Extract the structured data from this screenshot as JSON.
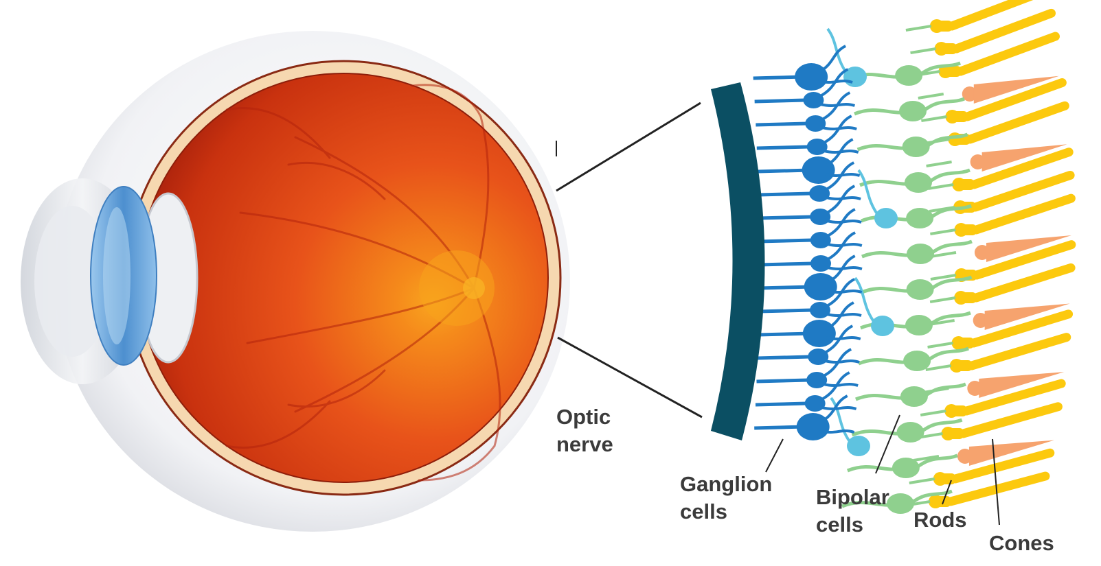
{
  "labels": {
    "optic_nerve": [
      "Optic",
      "nerve"
    ],
    "ganglion_cells": [
      "Ganglion",
      "cells"
    ],
    "bipolar_cells": [
      "Bipolar",
      "cells"
    ],
    "rods": "Rods",
    "cones": "Cones"
  },
  "colors": {
    "background": "#ffffff",
    "retina_inner": "#e8531a",
    "retina_outer": "#b8250c",
    "fovea": "#f7a21b",
    "choroid_band": "#f6d8b0",
    "sclera": "#eef0f4",
    "lens": "#6ea8d8",
    "nerve_fiber_layer": "#0b4f63",
    "ganglion": "#1f7ac4",
    "amacrine": "#5ec3e0",
    "bipolar": "#8fd08e",
    "rods": "#fcc90e",
    "cones": "#f6a36e",
    "label_text": "#3b3b3b",
    "pointer_line": "#222222"
  },
  "icons": {
    "eye": "eyeball-cross-section-icon",
    "retina": "retina-layers-icon"
  }
}
